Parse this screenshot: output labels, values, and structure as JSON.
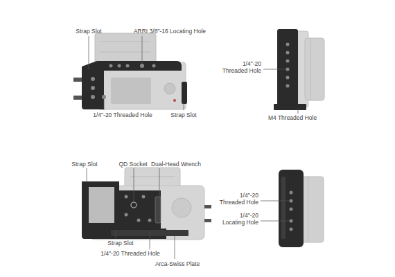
{
  "diagram": {
    "labels": [
      "Strap Slot",
      "ARRI 3/8\"-16 Locating Hole",
      "1/4\"-20 Threaded Hole",
      "Strap Slot",
      "1/4\"-20 Threaded Hole",
      "M4 Threaded Hole",
      "Strap Slot",
      "QD Socket",
      "Dual-Head Wrench",
      "Strap Slot",
      "1/4\"-20 Threaded Hole",
      "Arca-Swiss Plate",
      "1/4\"-20 Threaded Hole",
      "1/4\"-20 Locating Hole"
    ]
  }
}
